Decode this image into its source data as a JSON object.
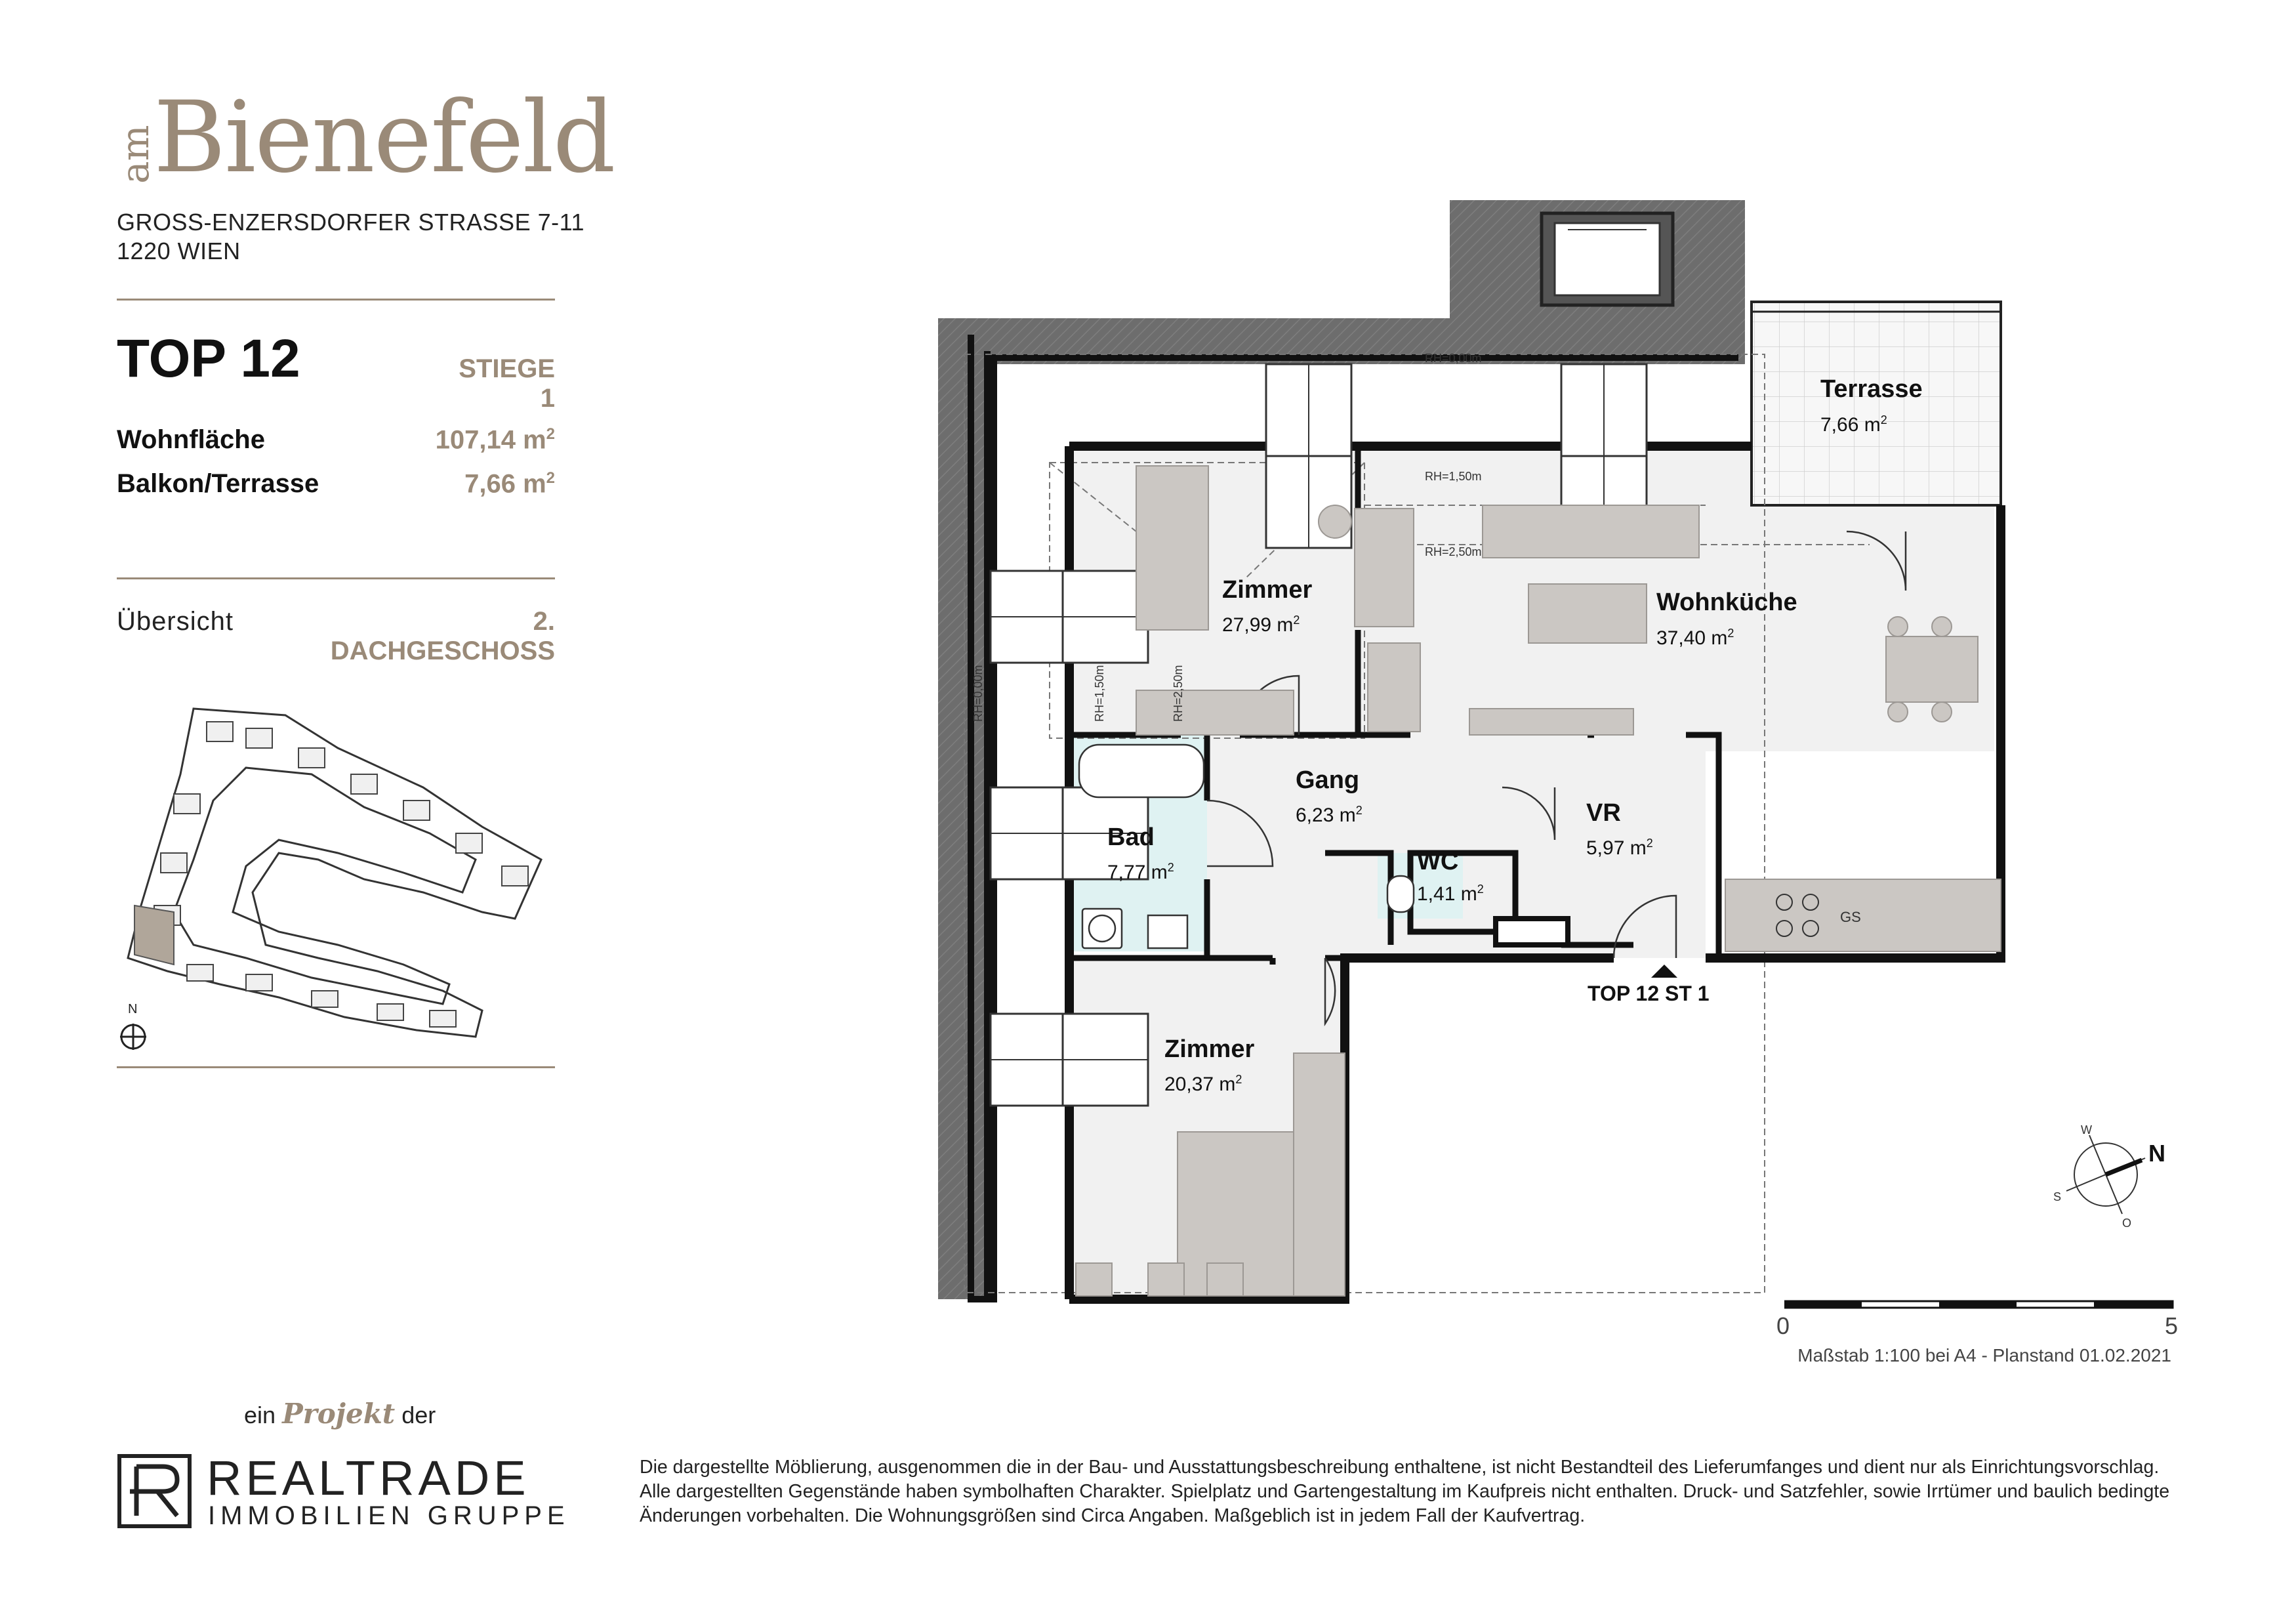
{
  "brand": {
    "prefix": "am",
    "name": "Bienefeld"
  },
  "address": {
    "line1": "GROSS-ENZERSDORFER STRASSE 7-11",
    "line2": "1220 WIEN"
  },
  "unit": {
    "title": "TOP 12",
    "stair": "STIEGE 1",
    "living_area_label": "Wohnfläche",
    "living_area_value": "107,14 m",
    "outdoor_label": "Balkon/Terrasse",
    "outdoor_value": "7,66 m",
    "superscript": "2"
  },
  "overview": {
    "label": "Übersicht",
    "floor": "2. DACHGESCHOSS",
    "north": "N"
  },
  "plan": {
    "rooms": [
      {
        "name": "Terrasse",
        "area": "7,66 m"
      },
      {
        "name": "Zimmer",
        "area": "27,99 m"
      },
      {
        "name": "Wohnküche",
        "area": "37,40 m"
      },
      {
        "name": "Gang",
        "area": "6,23 m"
      },
      {
        "name": "VR",
        "area": "5,97 m"
      },
      {
        "name": "Bad",
        "area": "7,77 m"
      },
      {
        "name": "WC",
        "area": "1,41 m"
      },
      {
        "name": "Zimmer",
        "area": "20,37 m"
      }
    ],
    "heights": [
      "RH=0,00m",
      "RH=1,50m",
      "RH=2,50m",
      "RH=0,00m",
      "RH=1,50m",
      "RH=2,50m"
    ],
    "entrance": "TOP 12 ST 1",
    "stove_label": "GS",
    "compass": {
      "n": "N",
      "w": "W",
      "s": "S",
      "o": "O"
    }
  },
  "scale": {
    "start": "0",
    "end": "5",
    "caption": "Maßstab 1:100 bei A4 - Planstand 01.02.2021"
  },
  "footer": {
    "project_prefix": "ein",
    "project_word": "Projekt",
    "project_suffix": "der",
    "company_name": "REALTRADE",
    "company_sub": "IMMOBILIEN GRUPPE",
    "disclaimer": "Die dargestellte Möblierung, ausgenommen die in der Bau- und Ausstattungsbeschreibung enthaltene, ist nicht Bestandteil des Lieferumfanges und dient nur als Einrichtungsvorschlag. Alle dargestellten Gegenstände haben symbolhaften Charakter. Spielplatz und Gartengestaltung im Kaufpreis nicht enthalten. Druck- und Satzfehler, sowie Irrtümer und baulich bedingte Änderungen vorbehalten. Die Wohnungsgrößen sind Circa Angaben. Maßgeblich ist in jedem Fall der Kaufvertrag."
  },
  "colors": {
    "accent": "#9a8a78",
    "wall": "#1a1a1a",
    "roof": "#6b6b6b",
    "floor": "#f2f2f2",
    "bath": "#dff2f2",
    "furniture": "#c9c5c1"
  }
}
